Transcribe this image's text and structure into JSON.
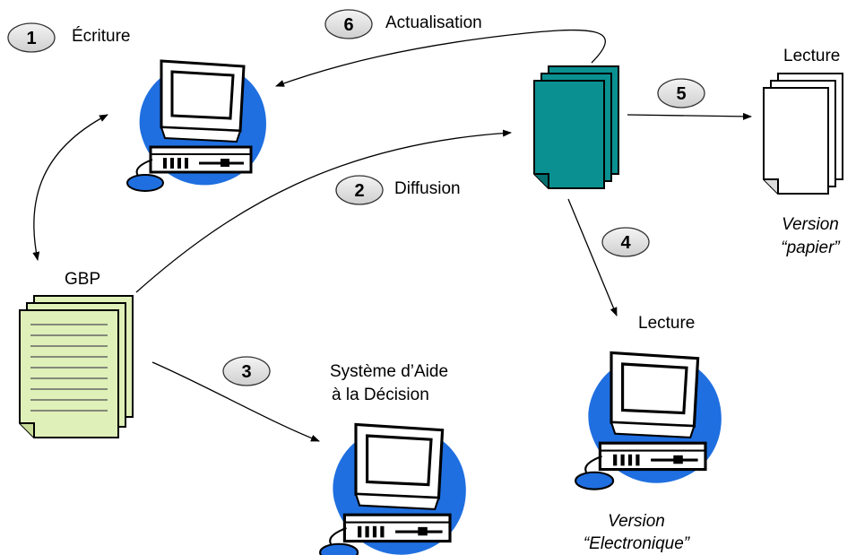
{
  "steps": [
    {
      "number": "1",
      "label": "Écriture"
    },
    {
      "number": "2",
      "label": "Diffusion"
    },
    {
      "number": "3",
      "label": ""
    },
    {
      "number": "4",
      "label": ""
    },
    {
      "number": "5",
      "label": ""
    },
    {
      "number": "6",
      "label": "Actualisation"
    }
  ],
  "nodes": {
    "gbp": "GBP",
    "paper_read": "Lecture",
    "electronic_read": "Lecture",
    "sad_line1": "Système d’Aide",
    "sad_line2": "à la Décision"
  },
  "versions": {
    "paper_line1": "Version",
    "paper_line2": "“papier”",
    "electronic_line1": "Version",
    "electronic_line2": "“Electronique”"
  },
  "colors": {
    "computer_blue": "#1f6fe0",
    "document_teal": "#0a9090",
    "gbp_green": "#dff0b8"
  }
}
